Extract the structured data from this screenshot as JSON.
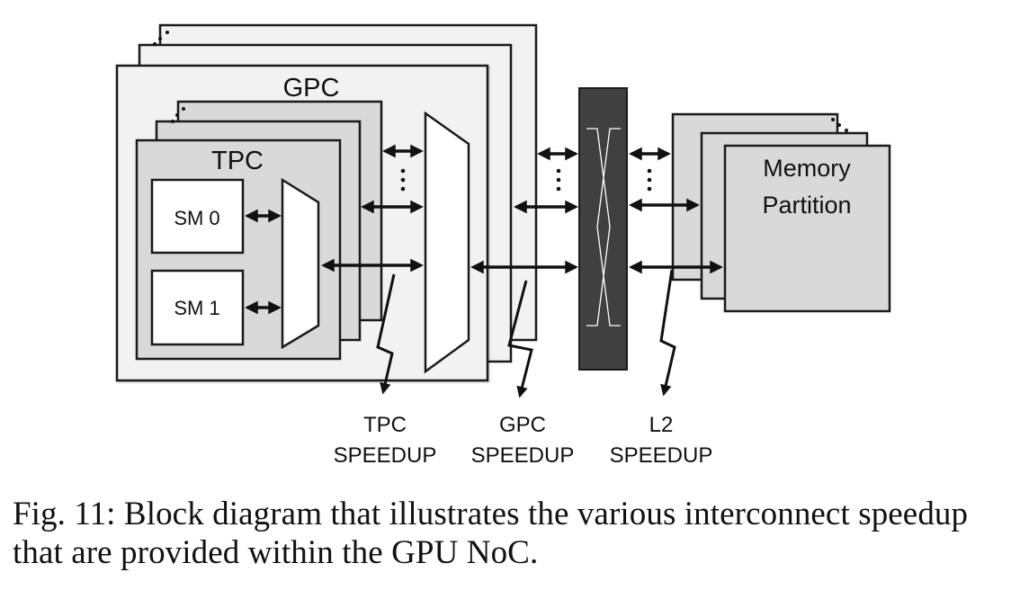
{
  "diagram": {
    "gpc_label": "GPC",
    "tpc_label": "TPC",
    "sm0_label": "SM 0",
    "sm1_label": "SM 1",
    "memory_label_line1": "Memory",
    "memory_label_line2": "Partition",
    "speedups": [
      {
        "line1": "TPC",
        "line2": "SPEEDUP"
      },
      {
        "line1": "GPC",
        "line2": "SPEEDUP"
      },
      {
        "line1": "L2",
        "line2": "SPEEDUP"
      }
    ],
    "colors": {
      "gpc_fill": "#f2f2f2",
      "tpc_fill": "#d9d9d9",
      "crossbar_fill": "#404040",
      "memory_fill": "#d9d9d9",
      "stroke": "#1a1a1a"
    }
  },
  "caption": "Fig. 11: Block diagram that illustrates the various interconnect speedup that are provided within the GPU NoC."
}
